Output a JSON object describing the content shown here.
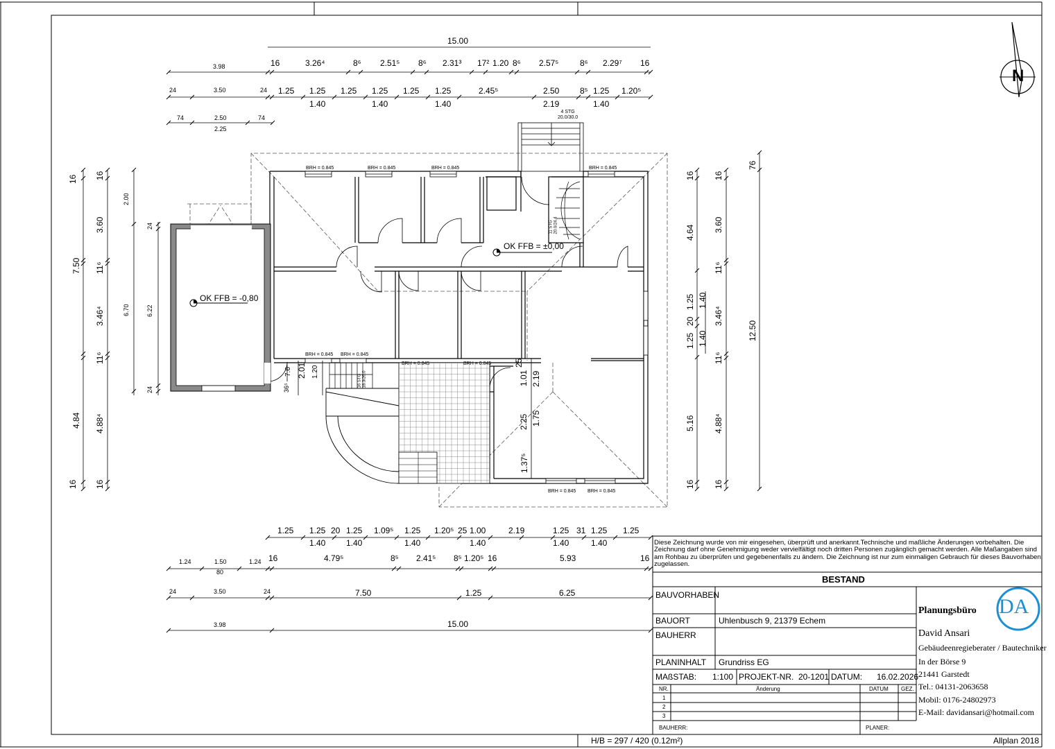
{
  "drawing": {
    "ffb_main": "OK FFB = ±0,00",
    "ffb_garage": "OK FFB = -0,80",
    "brh": "BRH = 0.845",
    "stair_entry": "4 STG\n20.0/30.0",
    "stair_inner": "11 STG\n20.0/24.4",
    "stair_cellar": "16 STG\n18.3/26.0",
    "north": "N",
    "dims_top_1": [
      "3.98",
      "16",
      "3.26⁴",
      "8⁶",
      "2.51⁵",
      "8⁶",
      "2.31³",
      "17²",
      "1.20",
      "8⁶",
      "2.57⁵",
      "8⁶",
      "2.29⁷",
      "16"
    ],
    "dims_top_total": "15.00",
    "dims_top_2a": [
      "24",
      "3.50",
      "24",
      "1.25",
      "1.25",
      "1.25",
      "1.25",
      "1.25",
      "1.25",
      "2.45⁵",
      "2.50",
      "8⁵",
      "1.25",
      "1.20⁵"
    ],
    "dims_top_2b": [
      "1.40",
      "1.40",
      "1.40",
      "2.19",
      "1.40"
    ],
    "dims_top_3": [
      "74",
      "2.50",
      "74",
      "2.25"
    ],
    "dims_bottom_1a": [
      "1.25",
      "1.25",
      "20",
      "1.25",
      "1.09⁵",
      "1.25",
      "1.20⁵",
      "25",
      "1.00",
      "2.19",
      "1.25",
      "31",
      "1.25",
      "1.25"
    ],
    "dims_bottom_1b": [
      "1.40",
      "1.40",
      "1.40",
      "1.40",
      "1.40",
      "1.40"
    ],
    "dims_bottom_2": [
      "1.24",
      "1.50",
      "1.24",
      "80",
      "16",
      "4.79⁵",
      "8⁵",
      "2.41⁵",
      "8⁵",
      "1.20⁵",
      "16",
      "5.93",
      "16"
    ],
    "dims_bottom_3": [
      "24",
      "3.50",
      "24",
      "7.50",
      "1.25",
      "6.25"
    ],
    "dims_bottom_4": [
      "3.98",
      "15.00"
    ],
    "dims_left_outer": [
      "16",
      "7.50",
      "4.84",
      "16"
    ],
    "dims_left_inner": [
      "16",
      "3.60",
      "11⁶",
      "3.46⁴",
      "11⁶",
      "4.88⁴",
      "16"
    ],
    "dims_garage": [
      "2.00",
      "6.70",
      "24",
      "6.22",
      "24"
    ],
    "dims_right_1": [
      "16",
      "4.64",
      "1.25",
      "20",
      "1.25",
      "5.16",
      "16"
    ],
    "dims_right_1b": [
      "1.40",
      "1.40"
    ],
    "dims_right_2": [
      "16",
      "3.60",
      "11⁶",
      "3.46⁴",
      "11⁶",
      "4.88⁴",
      "16"
    ],
    "dims_right_3": [
      "76",
      "12.50"
    ],
    "dims_inner": [
      "2.01",
      "1.20",
      "7.6",
      "36⁵",
      "25",
      "1.01",
      "2.19",
      "2.25",
      "1.75",
      "1.37⁵"
    ]
  },
  "note": "Diese Zeichnung wurde von mir eingesehen, überprüft und anerkannt.Technische und maßliche Änderungen vorbehalten. Die Zeichnung darf ohne Genehmigung weder vervielfältigt noch dritten Personen zugänglich gemacht werden. Alle Maßangaben sind am Rohbau zu überprüfen und gegebenenfalls zu ändern. Die Zeichnung ist nur zum einmaligen Gebrauch für dieses Bauvorhaben zugelassen.",
  "titleblock": {
    "heading": "BESTAND",
    "bauvorhaben_label": "BAUVORHABEN",
    "bauort_label": "BAUORT",
    "bauort_value": "Uhlenbusch 9, 21379 Echem",
    "bauherr_label": "BAUHERR",
    "planinhalt_label": "PLANINHALT",
    "planinhalt_value": "Grundriss EG",
    "massstab_label": "MAßSTAB:",
    "massstab_value": "1:100",
    "projekt_label": "PROJEKT-NR.",
    "projekt_value": "20-1201",
    "datum_label": "DATUM:",
    "datum_value": "16.02.2026",
    "rev_headers": [
      "NR.",
      "Änderung",
      "DATUM",
      "GEZ."
    ],
    "rev_rows": [
      "1",
      "2",
      "3"
    ],
    "sign_bauherr": "BAUHERR:",
    "sign_planer": "PLANER:",
    "company": {
      "name": "Planungsbüro",
      "person": "David Ansari",
      "role": "Gebäudeenregieberater / Bautechniker",
      "street": "In der Börse 9",
      "city": "21441 Garstedt",
      "tel": "Tel.: 04131-2063658",
      "mobil": "Mobil: 0176-24802973",
      "email": "E-Mail: davidansari@hotmail.com",
      "logo": "DA"
    }
  },
  "footer": {
    "format": "H/B = 297 / 420 (0.12m²)",
    "software": "Allplan 2018"
  }
}
